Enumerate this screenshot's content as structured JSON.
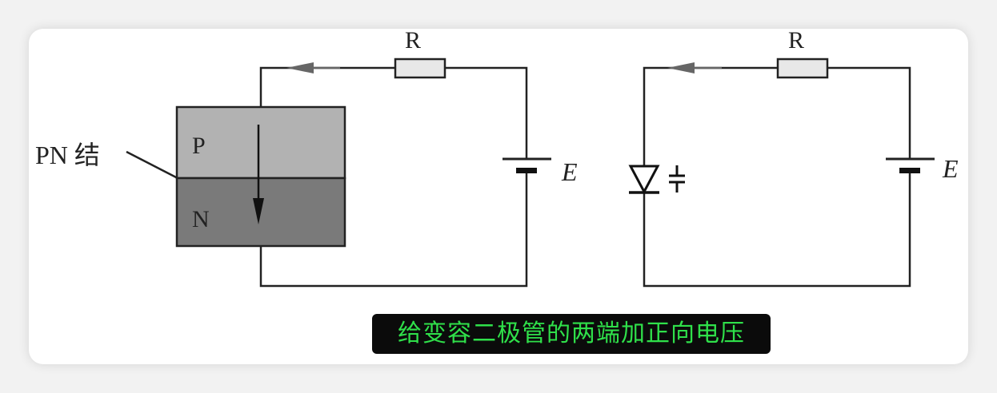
{
  "diagram": {
    "left_circuit": {
      "resistor_label": "R",
      "p_region_label": "P",
      "n_region_label": "N",
      "junction_label": "PN 结",
      "battery_label": "E"
    },
    "right_circuit": {
      "resistor_label": "R",
      "battery_label": "E"
    }
  },
  "caption": {
    "text": "给变容二极管的两端加正向电压",
    "text_color": "#2fe04a",
    "background": "#0b0b0b"
  },
  "colors": {
    "wire": "#222222",
    "p_region": "#b2b2b2",
    "n_region": "#7a7a7a",
    "current_arrow": "#666666"
  }
}
